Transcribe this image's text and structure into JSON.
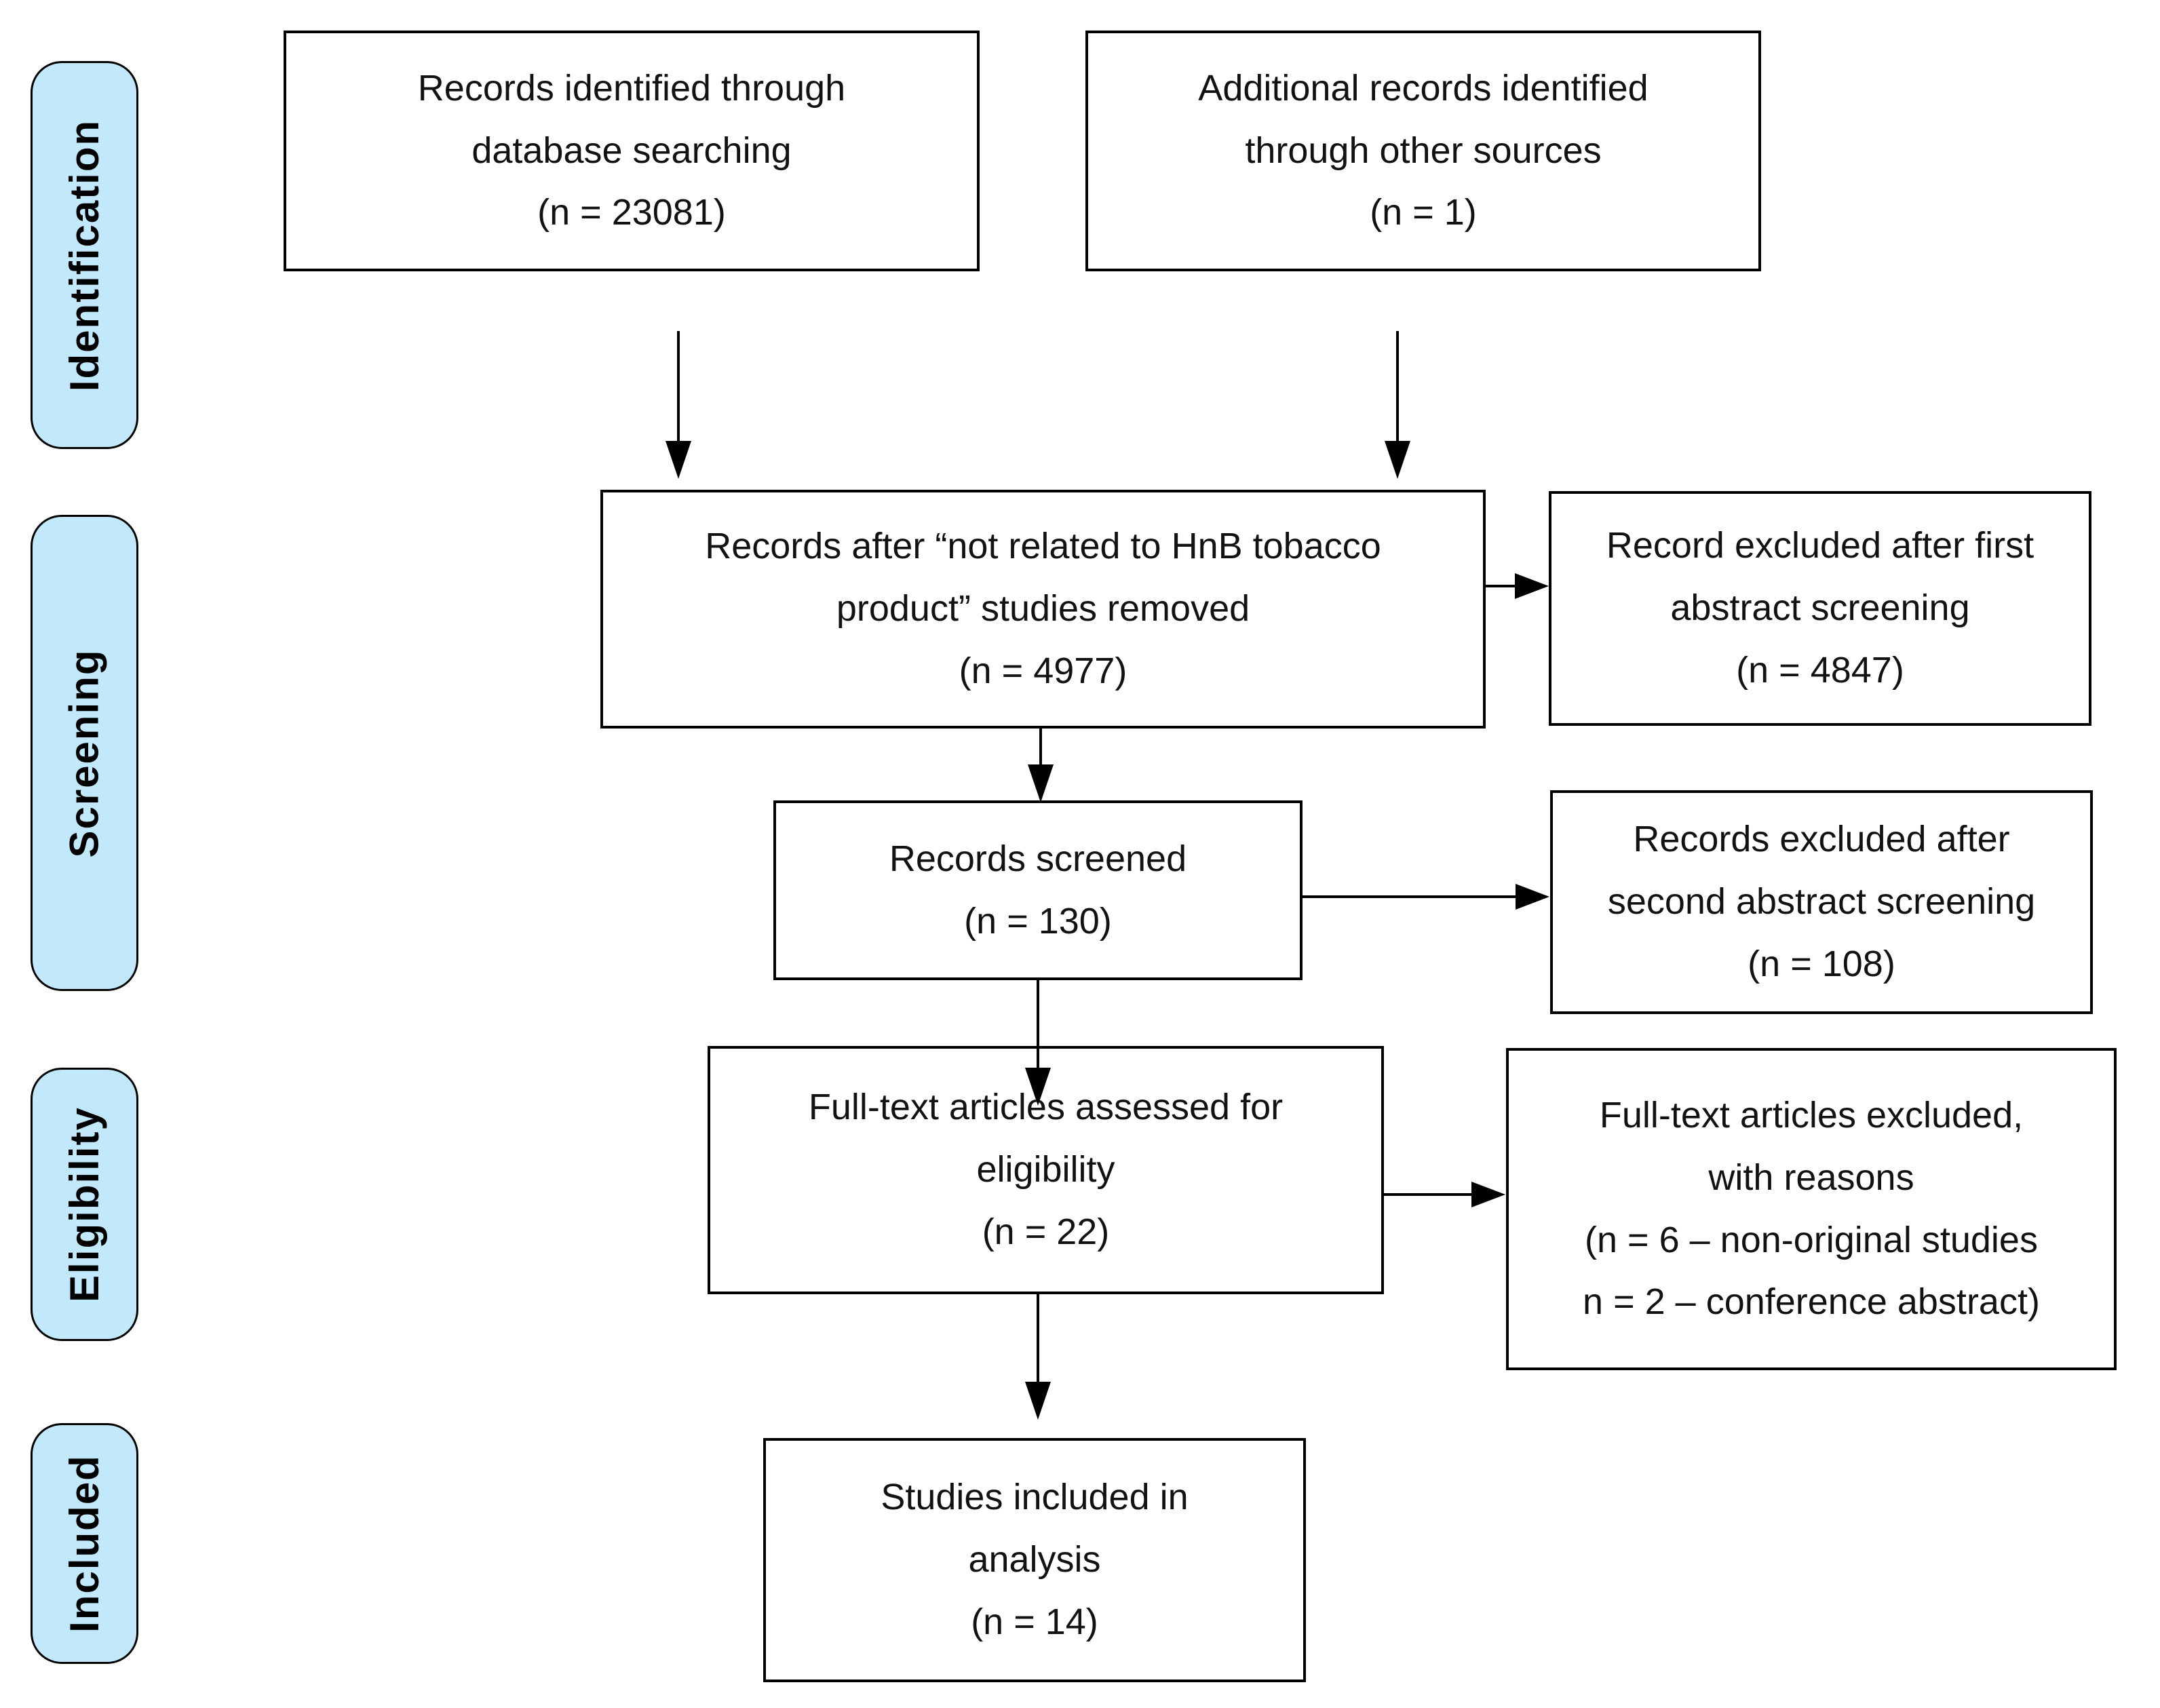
{
  "figure": {
    "background_color": "#ffffff",
    "stage_fill_color": "#c2e9fb",
    "stage_border_color": "#000000",
    "box_border_color": "#000000",
    "text_color": "#121212",
    "stages": [
      {
        "label": "Identification"
      },
      {
        "label": "Screening"
      },
      {
        "label": "Eligibility"
      },
      {
        "label": "Included"
      }
    ],
    "boxes": {
      "identified": {
        "text": "Records identified through\ndatabase searching\n(n = 23081)",
        "n": 23081
      },
      "additional": {
        "text": "Additional records identified\nthrough other sources\n(n = 1)",
        "n": 1
      },
      "after_removal": {
        "text": "Records after “not related to HnB tobacco\nproduct” studies removed\n(n = 4977)",
        "n": 4977
      },
      "excluded_first": {
        "text": "Record excluded after first\nabstract screening\n(n = 4847)",
        "n": 4847
      },
      "screened": {
        "text": "Records screened\n(n = 130)",
        "n": 130
      },
      "excluded_second": {
        "text": "Records excluded after\nsecond abstract screening\n(n = 108)",
        "n": 108
      },
      "fulltext_assessed": {
        "text": "Full-text articles assessed for\neligibility\n(n = 22)",
        "n": 22
      },
      "fulltext_excluded": {
        "text": "Full-text articles excluded,\nwith reasons\n(n = 6 – non-original studies\nn = 2 – conference abstract)",
        "n_non_original": 6,
        "n_conference_abstract": 2
      },
      "included_in_analysis": {
        "text": "Studies included in\nanalysis\n(n = 14)",
        "n": 14
      }
    }
  }
}
